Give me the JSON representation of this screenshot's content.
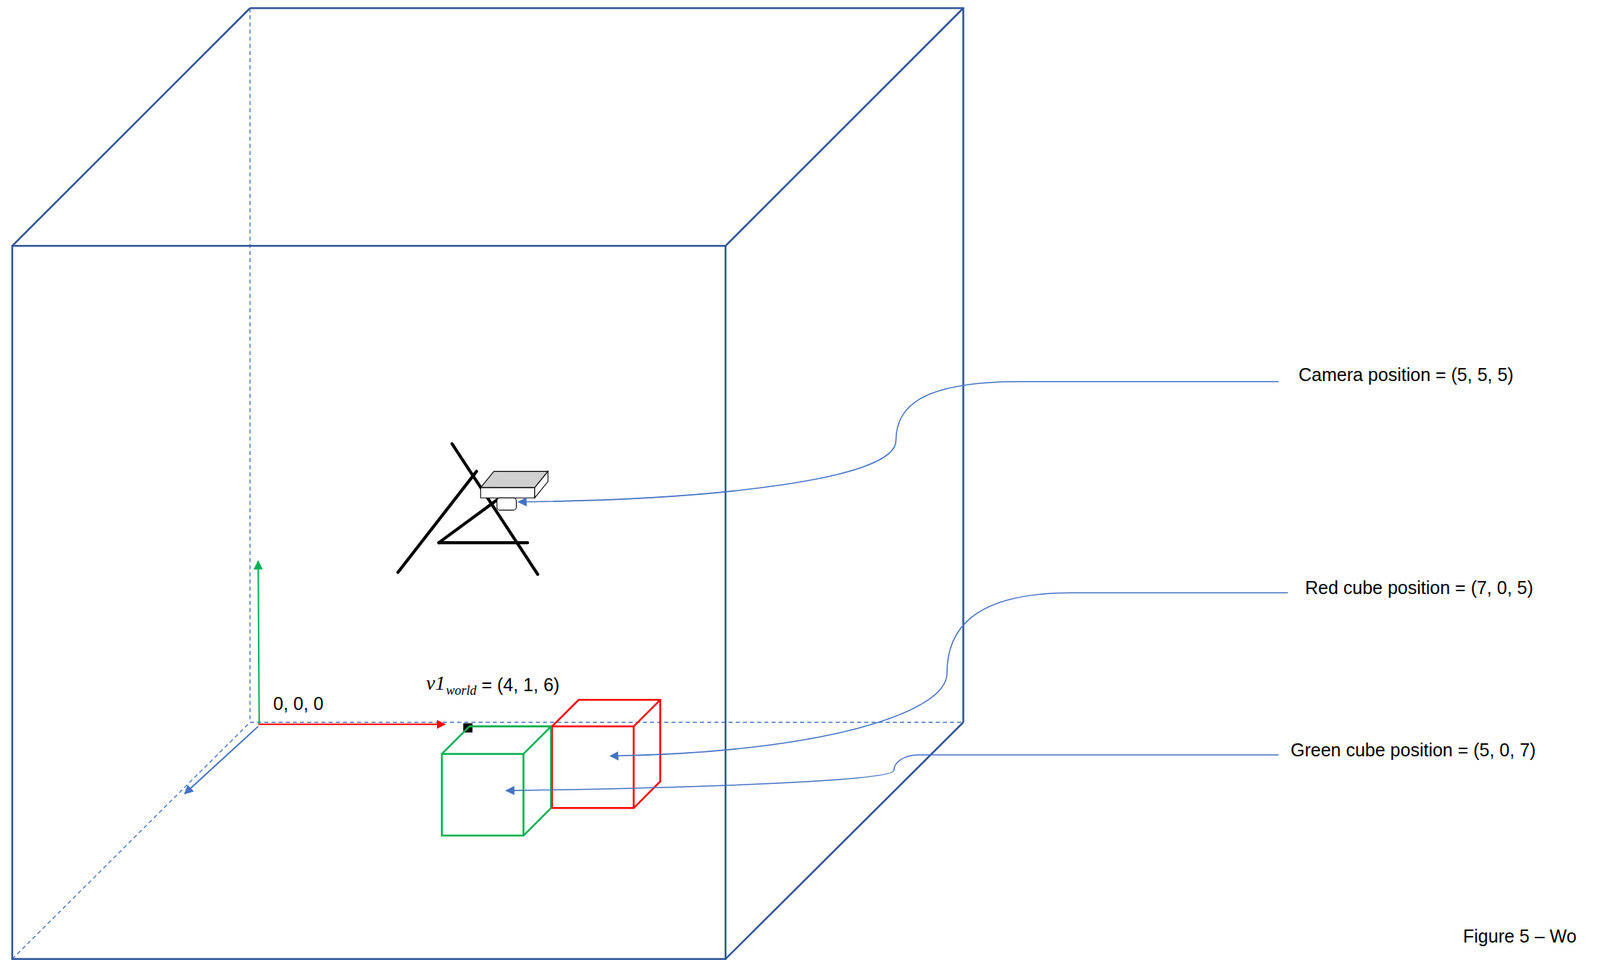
{
  "diagram": {
    "labels": [
      "0, 0, 0",
      "v1",
      "world",
      "= (4, 1, 6)",
      "Camera position = (5, 5, 5)",
      "Red cube position = (7, 0, 5)",
      "Green cube position = (5, 0, 7)",
      "Figure 5 – Wo"
    ]
  }
}
